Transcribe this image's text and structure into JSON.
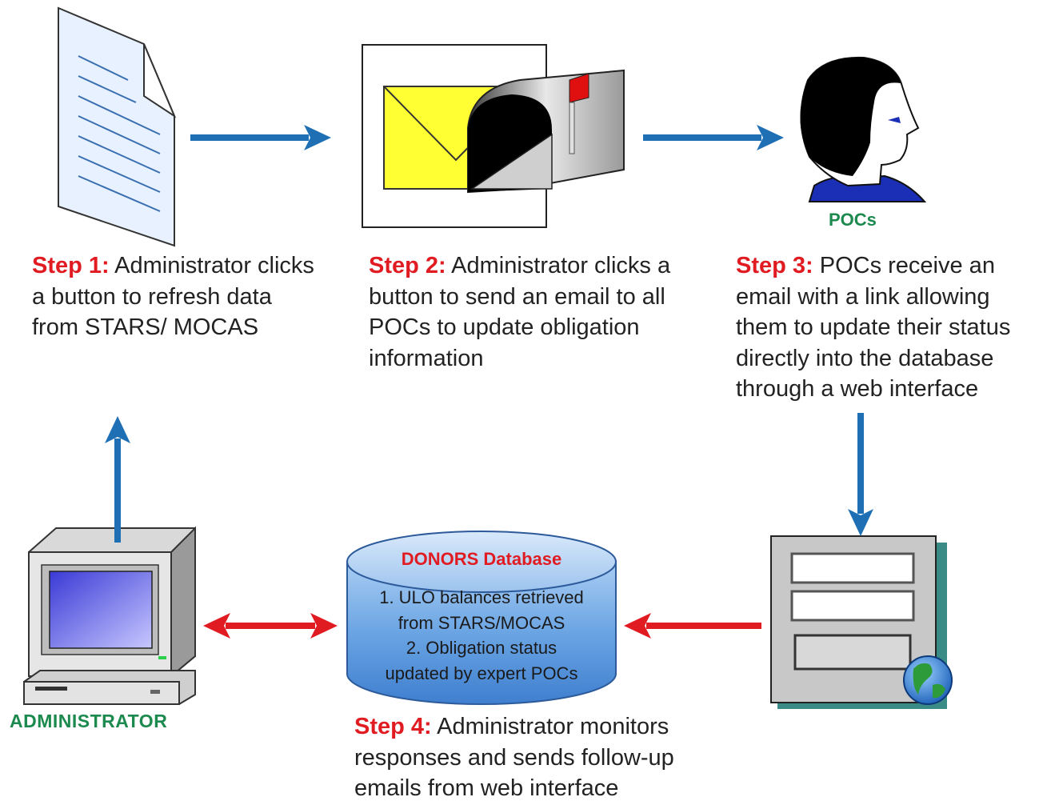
{
  "steps": [
    {
      "label": "Step 1:",
      "text": " Administrator clicks a button to refresh data from STARS/ MOCAS"
    },
    {
      "label": "Step 2:",
      "text": " Administrator clicks a button to send an email to all POCs to update obligation information"
    },
    {
      "label": "Step 3:",
      "text": " POCs receive an email with a link allowing them to update their status directly into the database through a web interface"
    },
    {
      "label": "Step 4:",
      "text": " Administrator monitors responses and sends follow-up emails from web interface"
    }
  ],
  "pocs_label": "POCs",
  "admin_label": "ADMINISTRATOR",
  "database": {
    "title": "DONORS Database",
    "line1": "1. ULO balances retrieved",
    "line2": "from STARS/MOCAS",
    "line3": "2. Obligation status",
    "line4": "updated by expert POCs"
  },
  "colors": {
    "step_label": "#e11b22",
    "caption_green": "#1c8a4e",
    "flow_arrow_blue": "#1f6fb5",
    "data_arrow_red": "#e11b22",
    "database_blue": "#4d8fd6"
  },
  "icons": [
    "document-icon",
    "mailbox-icon",
    "person-icon",
    "web-form-icon",
    "globe-icon",
    "computer-icon",
    "database-icon"
  ]
}
